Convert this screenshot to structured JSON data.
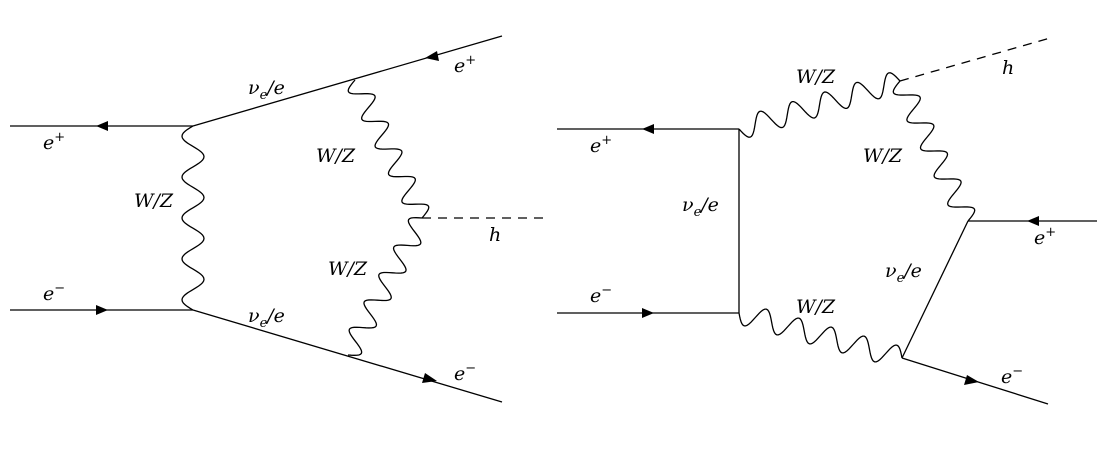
{
  "diagram_left": {
    "label_e_plus_in": {
      "base": "e",
      "sup": "+"
    },
    "label_e_minus_in": {
      "base": "e",
      "sup": "−"
    },
    "label_boson_t": "W/Z",
    "label_fermion_top": {
      "base": "ν",
      "sub": "e",
      "rest": "/e"
    },
    "label_fermion_bottom": {
      "base": "ν",
      "sub": "e",
      "rest": "/e"
    },
    "label_boson_upper": "W/Z",
    "label_boson_lower": "W/Z",
    "label_higgs": "h",
    "label_e_plus_out": {
      "base": "e",
      "sup": "+"
    },
    "label_e_minus_out": {
      "base": "e",
      "sup": "−"
    }
  },
  "diagram_right": {
    "label_e_plus_in": {
      "base": "e",
      "sup": "+"
    },
    "label_e_minus_in": {
      "base": "e",
      "sup": "−"
    },
    "label_fermion_t": {
      "base": "ν",
      "sub": "e",
      "rest": "/e"
    },
    "label_boson_top": "W/Z",
    "label_boson_bottom": "W/Z",
    "label_boson_right": "W/Z",
    "label_fermion_right": {
      "base": "ν",
      "sub": "e",
      "rest": "/e"
    },
    "label_higgs": "h",
    "label_e_plus_out": {
      "base": "e",
      "sup": "+"
    },
    "label_e_minus_out": {
      "base": "e",
      "sup": "−"
    }
  }
}
